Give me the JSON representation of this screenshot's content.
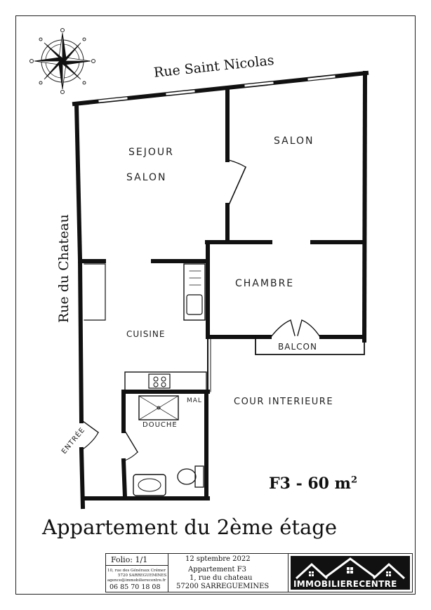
{
  "streets": {
    "north": "Rue Saint Nicolas",
    "west": "Rue du Chateau"
  },
  "rooms": {
    "sejour": "SEJOUR",
    "sejour_salon": "SALON",
    "salon": "SALON",
    "chambre": "CHAMBRE",
    "cuisine": "CUISINE",
    "balcon": "BALCON",
    "cour": "COUR INTERIEURE",
    "douche": "DOUCHE",
    "mal": "MAL",
    "entree": "ENTRÉE"
  },
  "plan": {
    "type": "F3 - 60 m",
    "type_sup": "2",
    "title": "Appartement du 2ème étage"
  },
  "title_block": {
    "folio": "Folio: 1/1",
    "date": "12 sptembre 2022",
    "agency_address_1": "10, rue des Généraux Crémer",
    "agency_address_2": "5720 SARREGUEMINES",
    "agency_email": "agence@immobilierecentre.fr",
    "agency_phone": "06 85 70 18 08",
    "property_title": "Appartement F3",
    "property_street": "1, rue du chateau",
    "property_city": "57200 SARREGUEMINES",
    "logo_text": "IMMOBILIERECENTRE"
  },
  "icons": [
    "compass-rose-icon",
    "house-roofs-logo-icon"
  ],
  "colors": {
    "ink": "#111111",
    "logo_bg": "#111111",
    "logo_fg": "#ffffff"
  }
}
